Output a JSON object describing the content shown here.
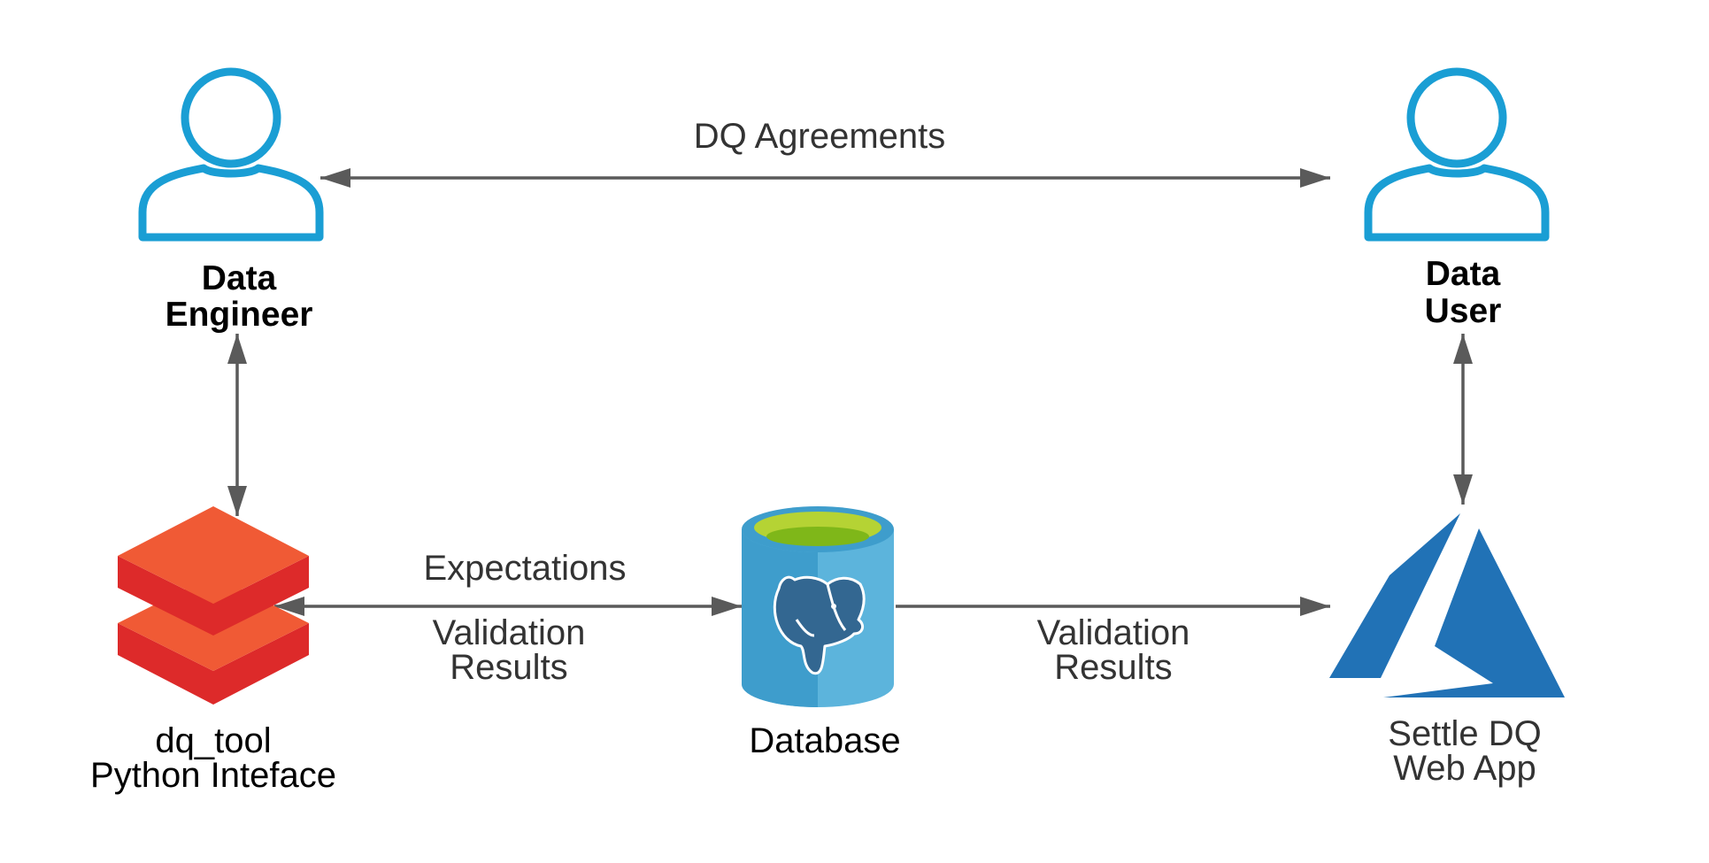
{
  "nodes": {
    "data_engineer": {
      "line1": "Data",
      "line2": "Engineer"
    },
    "data_user": {
      "line1": "Data",
      "line2": "User"
    },
    "dq_tool": {
      "line1": "dq_tool",
      "line2": "Python Inteface"
    },
    "database": {
      "label": "Database"
    },
    "web_app": {
      "line1": "Settle DQ",
      "line2": "Web App"
    }
  },
  "edges": {
    "agreements": {
      "label": "DQ Agreements"
    },
    "tool_db": {
      "top_label": "Expectations",
      "bottom_line1": "Validation",
      "bottom_line2": "Results"
    },
    "db_app": {
      "line1": "Validation",
      "line2": "Results"
    }
  },
  "icons": {
    "person": "person-outline-icon",
    "layers": "stacked-layers-icon",
    "database": "postgres-database-icon",
    "app": "azure-logo-icon"
  },
  "colors": {
    "person": "#1a9ed4",
    "arrow": "#5a5a5a",
    "layer_top": "#f05a35",
    "layer_side": "#dd2a2a",
    "db_body": "#3e9dcc",
    "db_body_light": "#5cb4dc",
    "db_top": "#b5d334",
    "db_top_inner": "#7fb719",
    "elephant": "#336791",
    "azure": "#2172b6"
  }
}
